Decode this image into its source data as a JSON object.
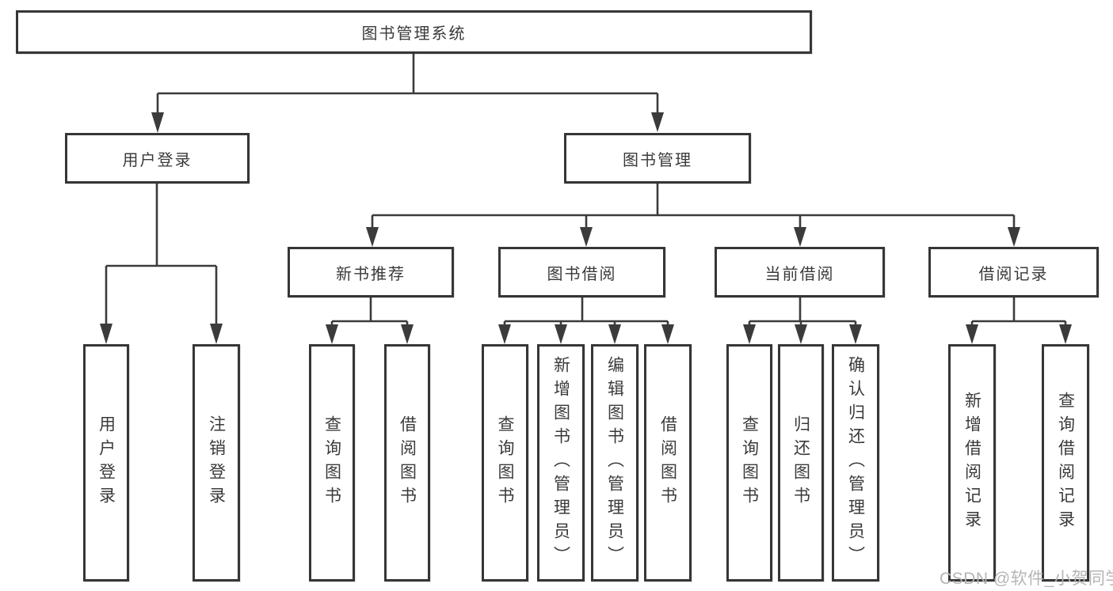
{
  "tree": {
    "root": {
      "label": "图书管理系统",
      "children": [
        {
          "label": "用户登录",
          "children": [
            {
              "label": "用户登录"
            },
            {
              "label": "注销登录"
            }
          ]
        },
        {
          "label": "图书管理",
          "children": [
            {
              "label": "新书推荐",
              "children": [
                {
                  "label": "查询图书"
                },
                {
                  "label": "借阅图书"
                }
              ]
            },
            {
              "label": "图书借阅",
              "children": [
                {
                  "label": "查询图书"
                },
                {
                  "label": "新增图书（管理员）"
                },
                {
                  "label": "编辑图书（管理员）"
                },
                {
                  "label": "借阅图书"
                }
              ]
            },
            {
              "label": "当前借阅",
              "children": [
                {
                  "label": "查询图书"
                },
                {
                  "label": "归还图书"
                },
                {
                  "label": "确认归还（管理员）"
                }
              ]
            },
            {
              "label": "借阅记录",
              "children": [
                {
                  "label": "新增借阅记录"
                },
                {
                  "label": "查询借阅记录"
                }
              ]
            }
          ]
        }
      ]
    }
  },
  "watermark": {
    "text": "CSDN @软件_小贺同学"
  },
  "colors": {
    "line": "#3b3b3b",
    "border": "#363636",
    "text": "#3a3a3a",
    "watermark": "#b5b5b5",
    "background": "#ffffff"
  }
}
